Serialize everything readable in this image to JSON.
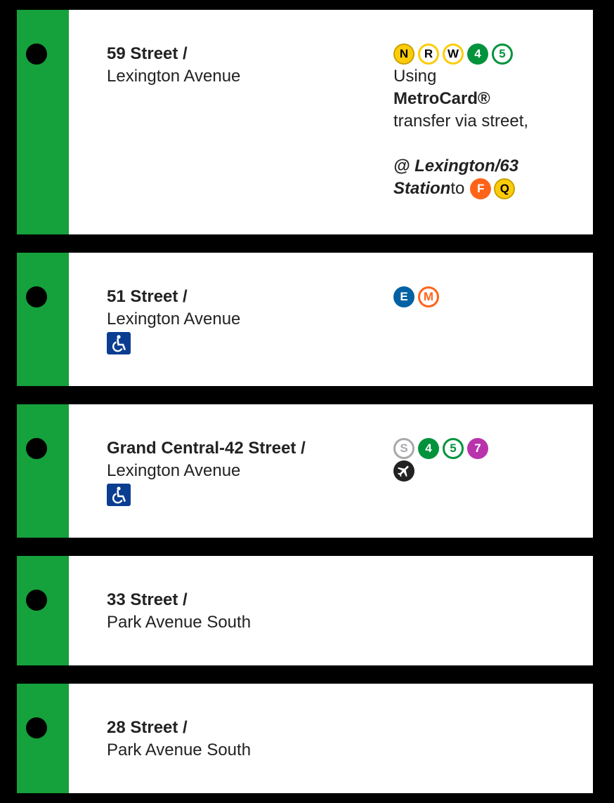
{
  "colors": {
    "line": "#15a13b",
    "n_yellow": "#fccc0a",
    "lex_green": "#00933c",
    "lirr_gray": "#a7a9ac",
    "seven_purple": "#b933ad",
    "ind_orange": "#ff6319",
    "e_blue": "#0062a3",
    "ada_blue": "#0b3d91",
    "airport": "#222222"
  },
  "stops": [
    {
      "name": "59 Street /",
      "street": "Lexington Avenue",
      "accessible": false,
      "transfers": [
        "N",
        "R",
        "W",
        "4",
        "5"
      ],
      "note": {
        "l1": "Using",
        "l2": "MetroCard®",
        "l3": "transfer via street,",
        "l4a": "@ ",
        "l4b": "Lexington/63",
        "l5a": "Station",
        "l5b": " to",
        "to_lines": [
          "F",
          "Q"
        ]
      }
    },
    {
      "name": "51 Street /",
      "street": "Lexington Avenue",
      "accessible": true,
      "transfers": [
        "E",
        "M"
      ]
    },
    {
      "name": "Grand Central-42 Street /",
      "street": "Lexington Avenue",
      "accessible": true,
      "transfers": [
        "S",
        "4",
        "5",
        "7"
      ],
      "extra_icon": "airplane-icon"
    },
    {
      "name": "33 Street /",
      "street": "Park Avenue South",
      "accessible": false,
      "transfers": []
    },
    {
      "name": "28 Street /",
      "street": "Park Avenue South",
      "accessible": false,
      "transfers": []
    }
  ]
}
